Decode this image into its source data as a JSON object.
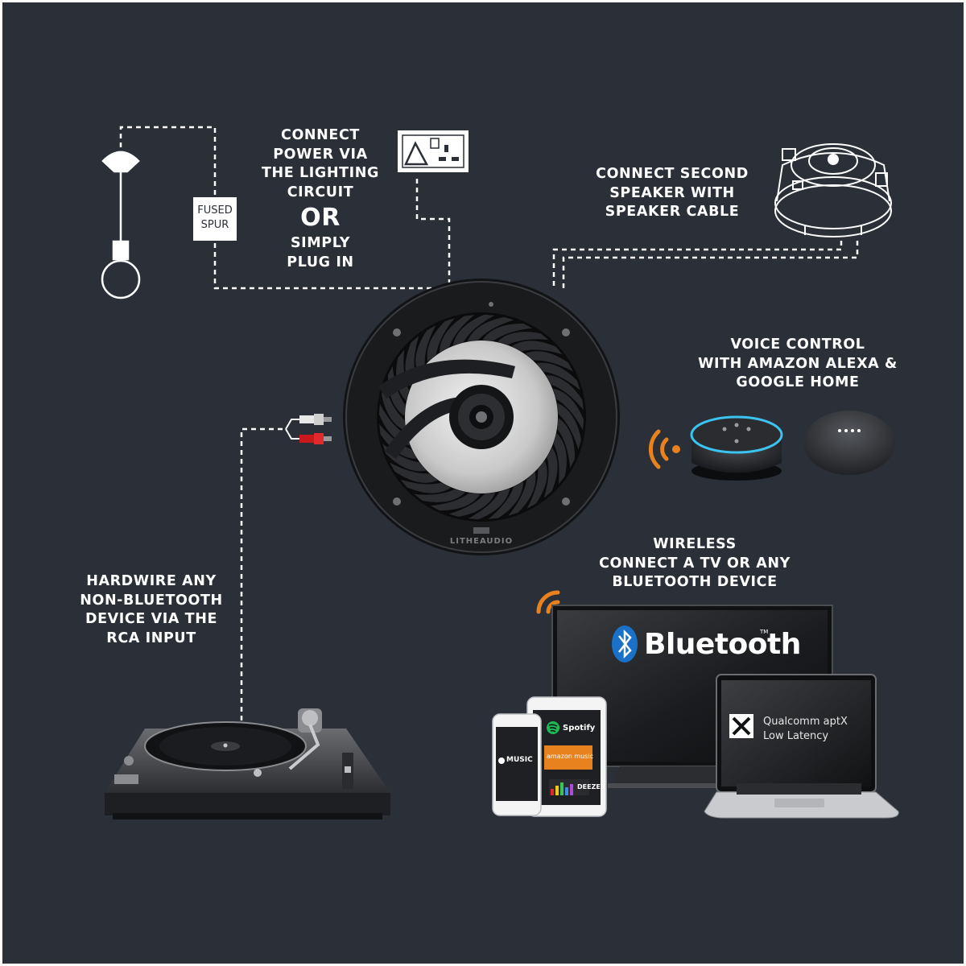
{
  "captions": {
    "power": {
      "line1": "CONNECT",
      "line2": "POWER VIA",
      "line3": "THE LIGHTING",
      "line4": "CIRCUIT",
      "or": "OR",
      "line5": "SIMPLY",
      "line6": "PLUG IN"
    },
    "second_speaker": {
      "line1": "CONNECT SECOND",
      "line2": "SPEAKER WITH",
      "line3": "SPEAKER CABLE"
    },
    "voice": {
      "line1": "VOICE CONTROL",
      "line2": "WITH AMAZON ALEXA &",
      "line3": "GOOGLE HOME"
    },
    "wireless": {
      "line1": "WIRELESS",
      "line2": "CONNECT A TV OR ANY",
      "line3": "BLUETOOTH DEVICE"
    },
    "hardwire": {
      "line1": "HARDWIRE ANY",
      "line2": "NON-BLUETOOTH",
      "line3": "DEVICE VIA THE",
      "line4": "RCA INPUT"
    }
  },
  "fused_spur": {
    "line1": "FUSED",
    "line2": "SPUR"
  },
  "speaker": {
    "brand": "LITHEAUDIO"
  },
  "tv": {
    "bluetooth_label": "Bluetooth",
    "trademark": "TM"
  },
  "laptop": {
    "line1": "Qualcomm",
    "line1_suffix": "aptX",
    "line2": "Low Latency"
  },
  "phone": {
    "music_label": "MUSIC"
  },
  "tablet": {
    "spotify_label": "Spotify",
    "amazon_label": "amazon music",
    "deezer_label": "DEEZER"
  },
  "colors": {
    "background": "#2a2f38",
    "wifi_orange": "#e8821e",
    "line_white": "#ffffff",
    "alexa_ring": "#3cc3f0"
  },
  "icons": [
    "pendant-light-icon",
    "power-socket-icon",
    "wifi-signal-icon",
    "bluetooth-icon",
    "aptx-icon",
    "apple-icon",
    "spotify-icon"
  ]
}
